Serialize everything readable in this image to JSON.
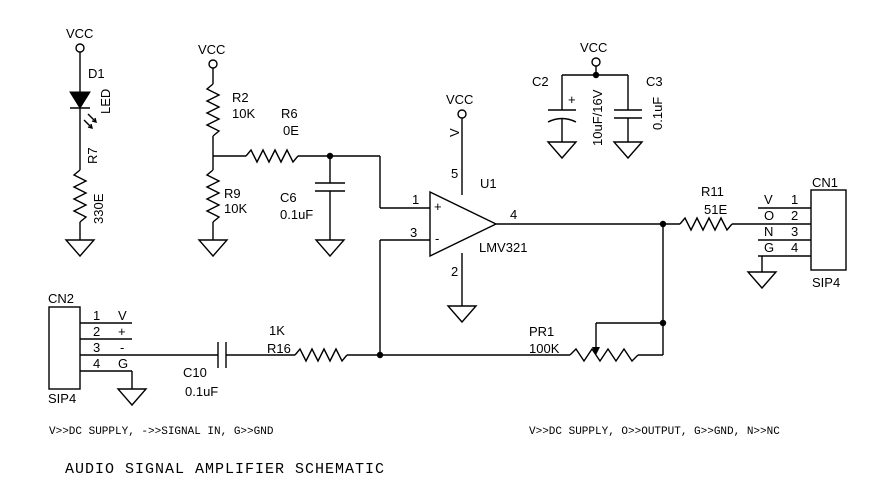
{
  "title": "AUDIO SIGNAL AMPLIFIER SCHEMATIC",
  "notes": {
    "cn2": "V>>DC SUPPLY, ->>SIGNAL IN, G>>GND",
    "cn1": "V>>DC SUPPLY, O>>OUTPUT, G>>GND, N>>NC"
  },
  "power": {
    "vcc": "VCC"
  },
  "components": {
    "d1": {
      "ref": "D1",
      "value": "LED"
    },
    "r7": {
      "ref": "R7",
      "value": "330E"
    },
    "r2": {
      "ref": "R2",
      "value": "10K"
    },
    "r9": {
      "ref": "R9",
      "value": "10K"
    },
    "r6": {
      "ref": "R6",
      "value": "0E"
    },
    "c6": {
      "ref": "C6",
      "value": "0.1uF"
    },
    "c2": {
      "ref": "C2",
      "value": "10uF/16V",
      "polarity": "+"
    },
    "c3": {
      "ref": "C3",
      "value": "0.1uF"
    },
    "u1": {
      "ref": "U1",
      "value": "LMV321",
      "pins": {
        "vplus": "V",
        "p5": "5",
        "p1": "1",
        "p3": "3",
        "p4": "4",
        "p2": "2",
        "plus": "+",
        "minus": "-"
      }
    },
    "r11": {
      "ref": "R11",
      "value": "51E"
    },
    "pr1": {
      "ref": "PR1",
      "value": "100K"
    },
    "r16": {
      "ref": "R16",
      "value": "1K"
    },
    "c10": {
      "ref": "C10",
      "value": "0.1uF"
    }
  },
  "connectors": {
    "cn1": {
      "ref": "CN1",
      "type": "SIP4",
      "pins": [
        {
          "name": "V",
          "num": "1"
        },
        {
          "name": "O",
          "num": "2"
        },
        {
          "name": "N",
          "num": "3"
        },
        {
          "name": "G",
          "num": "4"
        }
      ]
    },
    "cn2": {
      "ref": "CN2",
      "type": "SIP4",
      "pins": [
        {
          "num": "1",
          "name": "V"
        },
        {
          "num": "2",
          "name": "+"
        },
        {
          "num": "3",
          "name": "-"
        },
        {
          "num": "4",
          "name": "G"
        }
      ]
    }
  }
}
